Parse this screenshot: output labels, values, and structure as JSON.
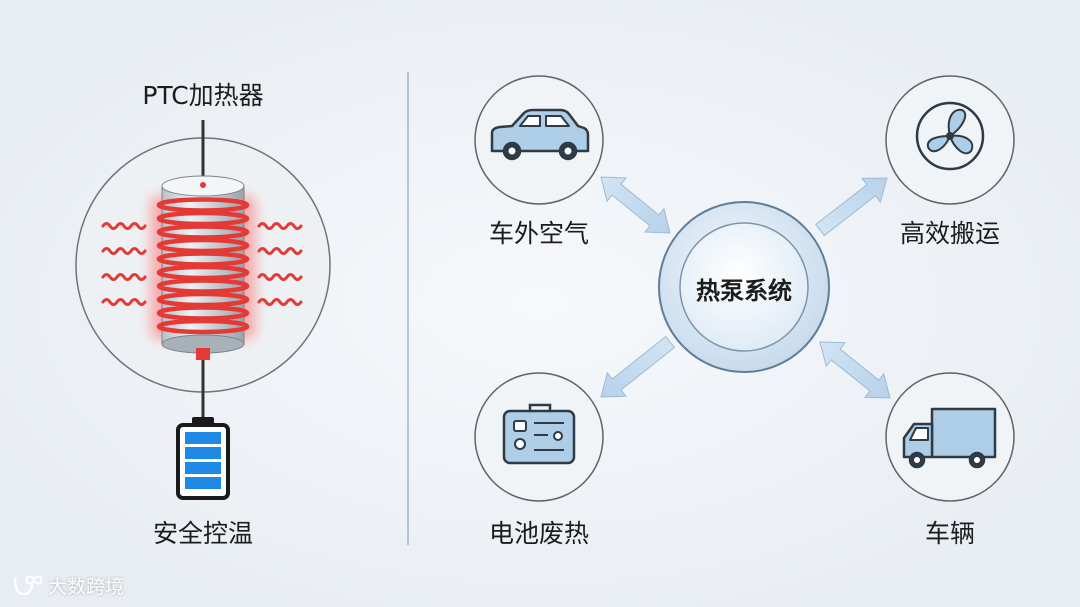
{
  "left": {
    "top_label": "PTC加热器",
    "bottom_label": "安全控温"
  },
  "right": {
    "center_label": "热泵系统",
    "nodes": {
      "outside_air": "车外空气",
      "efficient_transfer": "高效搬运",
      "battery_waste_heat": "电池废热",
      "vehicle": "车辆"
    }
  },
  "watermark": "大数跨境",
  "colors": {
    "background": "#eef2f6",
    "heater_red": "#e53935",
    "battery_blue": "#1e88e5",
    "icon_blue": "#aecde6",
    "arrow_blue": "#c5dcf0"
  }
}
